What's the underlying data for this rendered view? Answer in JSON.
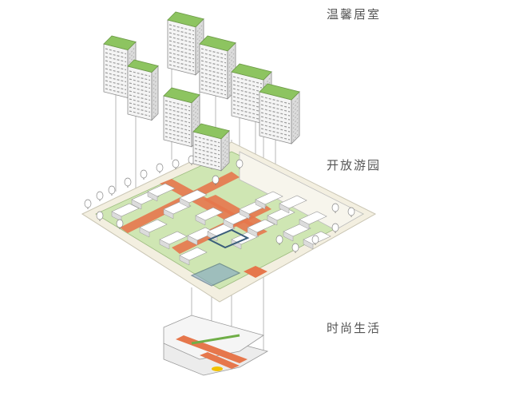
{
  "layers": {
    "residential": "温馨居室",
    "park": "开放游园",
    "lifestyle": "时尚生活"
  },
  "colors": {
    "roof_green": "#8dc460",
    "wall_light": "#f4f4f4",
    "wall_shade": "#dcdcdc",
    "window": "#9a9a9a",
    "path_orange": "#e6774c",
    "lawn": "#cfe6b3",
    "glass_blue": "#7fa4c2",
    "base_cream": "#f3efe0",
    "line_gray": "#888888"
  }
}
